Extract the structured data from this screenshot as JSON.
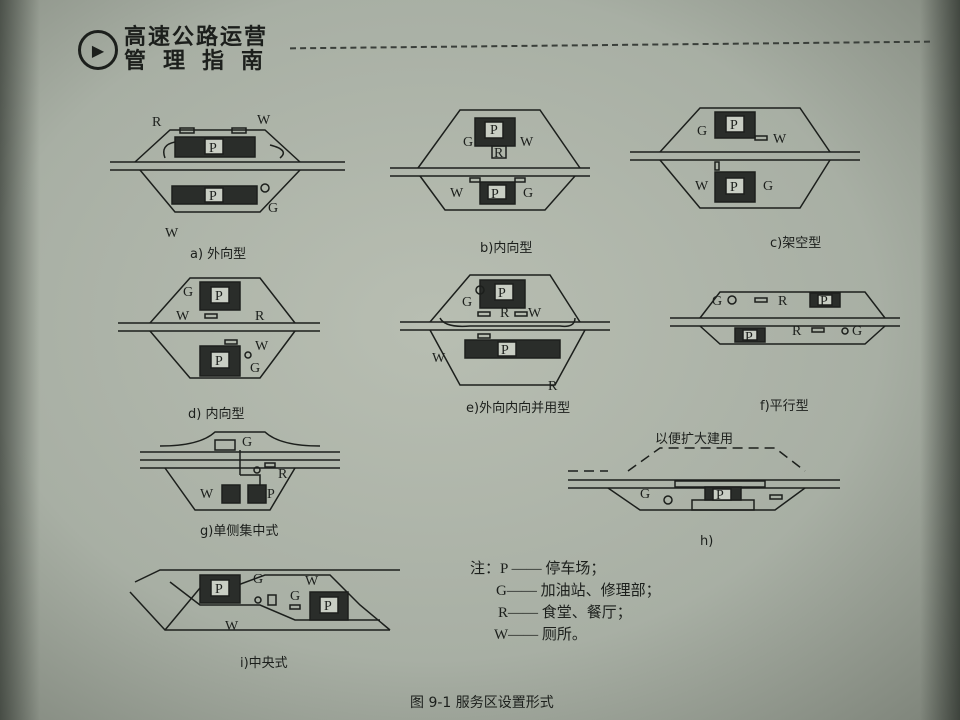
{
  "header": {
    "line1": "高速公路运营",
    "line2": "管理指南",
    "icon": "play-circle-icon"
  },
  "labels": {
    "P": "P",
    "G": "G",
    "R": "R",
    "W": "W"
  },
  "diagrams": [
    {
      "id": "a",
      "caption": "a)  外向型"
    },
    {
      "id": "b",
      "caption": "b)内向型"
    },
    {
      "id": "c",
      "caption": "c)架空型"
    },
    {
      "id": "d",
      "caption": "d) 内向型"
    },
    {
      "id": "e",
      "caption": "e)外向内向并用型"
    },
    {
      "id": "f",
      "caption": "f)平行型"
    },
    {
      "id": "g",
      "caption": "g)单侧集中式"
    },
    {
      "id": "h",
      "caption": "h)",
      "annotation": "以便扩大建用"
    },
    {
      "id": "i",
      "caption": "i)中央式"
    }
  ],
  "legend": {
    "prefix": "注：",
    "items": [
      {
        "key": "P",
        "desc": "停车场；"
      },
      {
        "key": "G",
        "desc": "加油站、修理部；"
      },
      {
        "key": "R",
        "desc": "食堂、餐厅；"
      },
      {
        "key": "W",
        "desc": "厕所。"
      }
    ]
  },
  "figure_caption": "图 9-1   服务区设置形式"
}
